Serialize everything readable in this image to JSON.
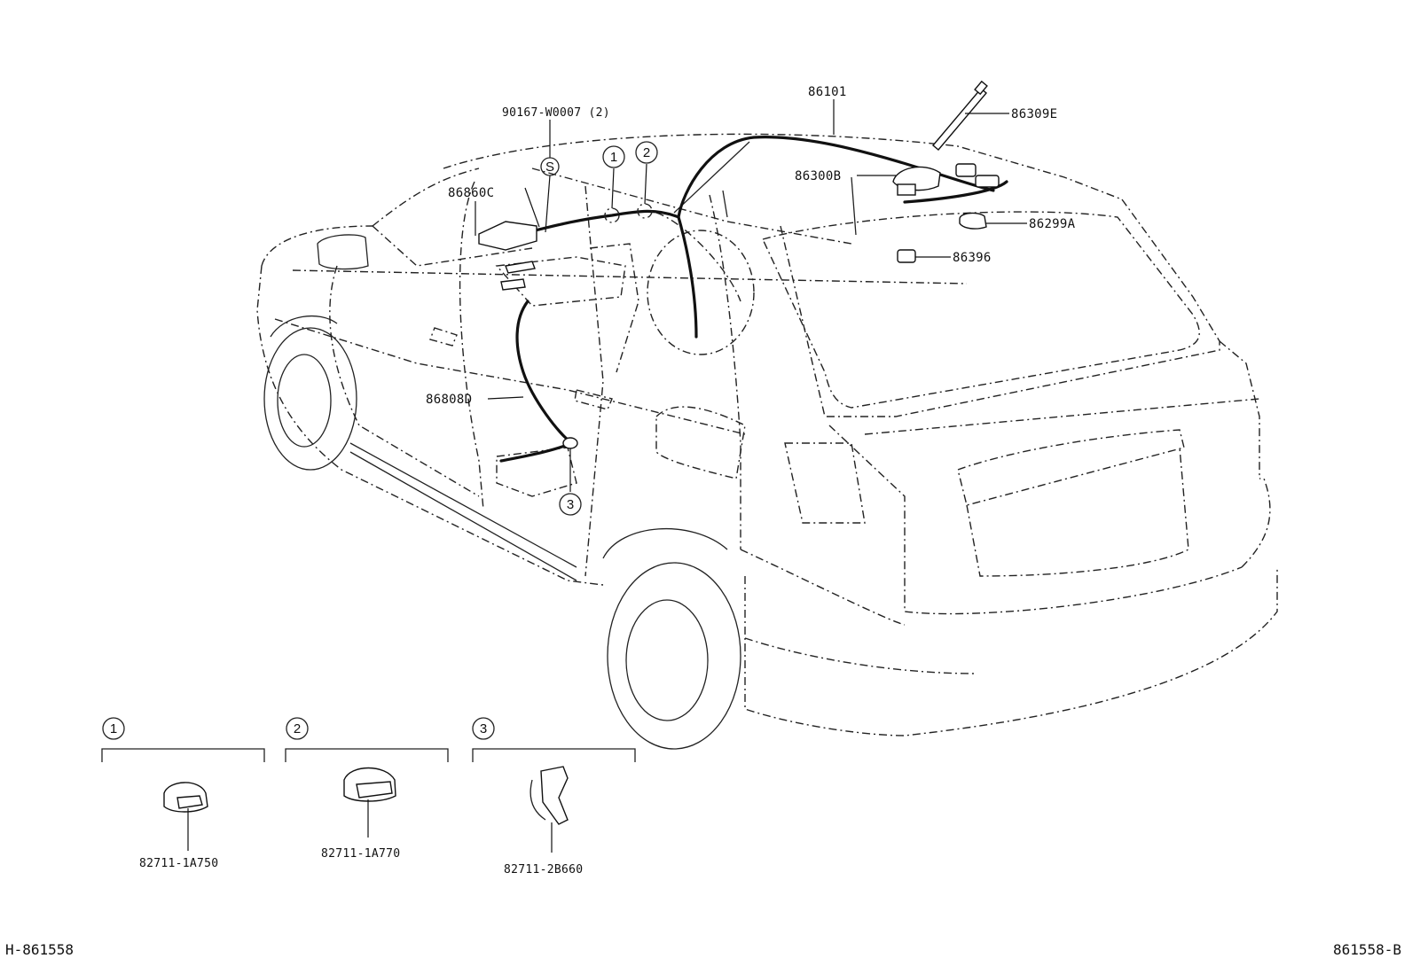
{
  "callouts": {
    "antenna_assy": "86101",
    "antenna_pole": "86309E",
    "antenna_base": "86300B",
    "antenna_nut": "86299A",
    "antenna_pad": "86396",
    "screw": "90167-W0007 (2)",
    "amplifier": "86860C",
    "cord": "86808D"
  },
  "markers": {
    "s": "S",
    "one": "1",
    "two": "2",
    "three": "3"
  },
  "details": [
    {
      "number": "1",
      "part": "82711-1A750"
    },
    {
      "number": "2",
      "part": "82711-1A770"
    },
    {
      "number": "3",
      "part": "82711-2B660"
    }
  ],
  "footer": {
    "left": "H-861558",
    "right": "861558-B"
  },
  "colors": {
    "line": "#222222",
    "background": "#ffffff"
  }
}
